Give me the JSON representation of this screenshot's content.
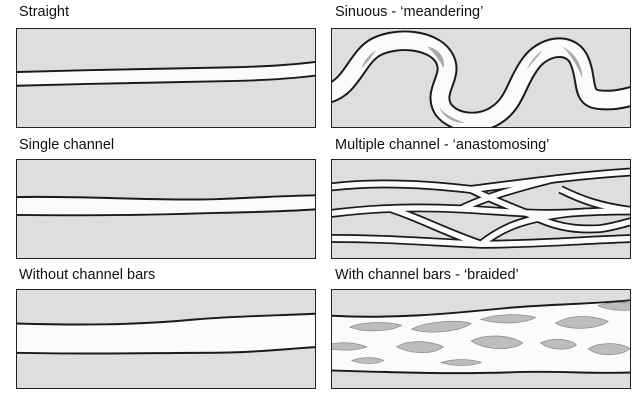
{
  "panels": {
    "straight": {
      "label": "Straight"
    },
    "sinuous": {
      "label": "Sinuous - ‘meandering’"
    },
    "single": {
      "label": "Single channel"
    },
    "multiple": {
      "label": "Multiple channel -  ‘anastomosing’"
    },
    "without_bars": {
      "label": "Without channel bars"
    },
    "with_bars": {
      "label": "With channel bars - ‘braided’"
    }
  }
}
